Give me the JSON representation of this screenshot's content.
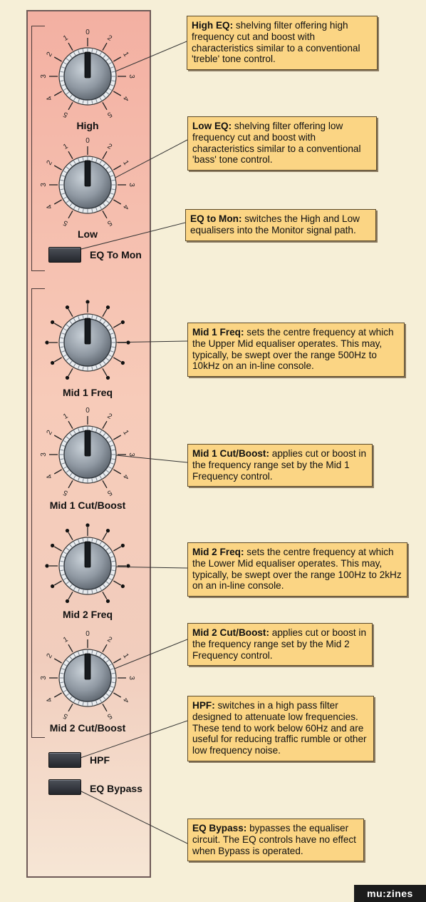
{
  "knobs": [
    {
      "id": "high",
      "label": "High",
      "type": "cutboost"
    },
    {
      "id": "low",
      "label": "Low",
      "type": "cutboost"
    },
    {
      "id": "mid1freq",
      "label": "Mid 1 Freq",
      "type": "freq"
    },
    {
      "id": "mid1cb",
      "label": "Mid 1 Cut/Boost",
      "type": "cutboost"
    },
    {
      "id": "mid2freq",
      "label": "Mid 2 Freq",
      "type": "freq"
    },
    {
      "id": "mid2cb",
      "label": "Mid 2 Cut/Boost",
      "type": "cutboost"
    }
  ],
  "scale_numbers": {
    "top": "0",
    "upper": "1",
    "middle": "3",
    "lower_inner": "2",
    "second": "4",
    "bottom": "5"
  },
  "switches": [
    {
      "id": "eqtomon",
      "label": "EQ To Mon"
    },
    {
      "id": "hpf",
      "label": "HPF"
    },
    {
      "id": "eqbypass",
      "label": "EQ Bypass"
    }
  ],
  "callouts": [
    {
      "id": "high",
      "title": "High EQ:",
      "body": " shelving filter offering high frequency cut and boost with characteristics similar to a conventional 'treble' tone control."
    },
    {
      "id": "low",
      "title": "Low EQ:",
      "body": " shelving filter offering low frequency cut and boost with characteristics similar to a conventional 'bass' tone control."
    },
    {
      "id": "eqtomon",
      "title": "EQ to Mon:",
      "body": " switches the High and Low equalisers into the Monitor signal path."
    },
    {
      "id": "mid1freq",
      "title": "Mid 1 Freq:",
      "body": " sets the centre frequency at which the Upper Mid equaliser operates. This may, typically, be swept over the range 500Hz to 10kHz on an in-line console."
    },
    {
      "id": "mid1cb",
      "title": "Mid 1 Cut/Boost:",
      "body": " applies cut or boost in the frequency range set by the Mid 1 Frequency control."
    },
    {
      "id": "mid2freq",
      "title": "Mid 2 Freq:",
      "body": " sets the centre frequency at which the Lower Mid equaliser operates. This may, typically, be swept over the range 100Hz to 2kHz on an in-line console."
    },
    {
      "id": "mid2cb",
      "title": "Mid 2 Cut/Boost:",
      "body": " applies cut or boost in the frequency range set by the Mid 2 Frequency control."
    },
    {
      "id": "hpf",
      "title": "HPF:",
      "body": " switches in a high pass filter designed to attenuate low frequencies. These tend to work below 60Hz and are useful for reducing traffic rumble or other low frequency noise."
    },
    {
      "id": "eqbypass",
      "title": "EQ Bypass:",
      "body": " bypasses the equaliser circuit. The EQ controls have no effect when Bypass is operated."
    }
  ],
  "logo": "mu:zines"
}
